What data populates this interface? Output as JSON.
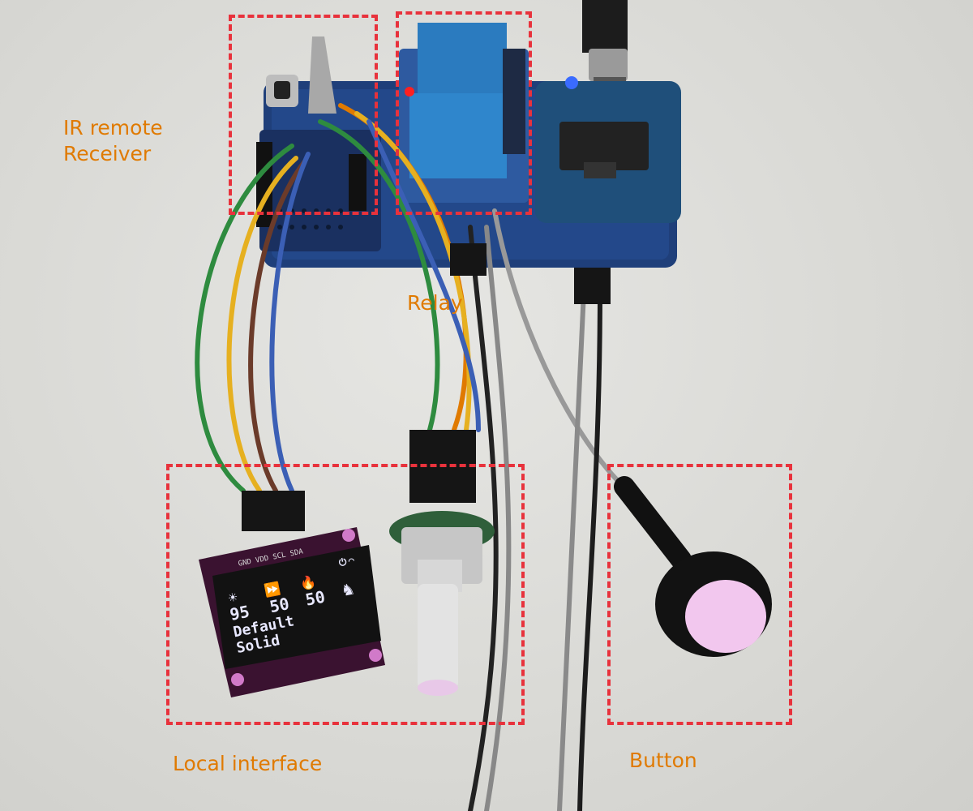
{
  "annotations": {
    "ir_receiver": "IR remote\nReceiver",
    "relay": "Relay",
    "local_interface": "Local interface",
    "button": "Button"
  },
  "oled": {
    "brightness": "95",
    "speed": "50",
    "intensity": "50",
    "pattern": "Default",
    "mode": "Solid",
    "pin_labels": "GND VDD SCL SDA"
  },
  "colors": {
    "label_text": "#e07a00",
    "dashed_box": "#e8323c",
    "pcb": "#1f3f7a",
    "oled_pcb": "#3a1230",
    "relay_body": "#2b7bbf",
    "led_red": "#ff2020",
    "led_blue": "#3a6bff"
  },
  "icons": [
    "sun-icon",
    "fast-forward-icon",
    "flame-icon",
    "power-icon",
    "wifi-icon",
    "pet-icon"
  ]
}
